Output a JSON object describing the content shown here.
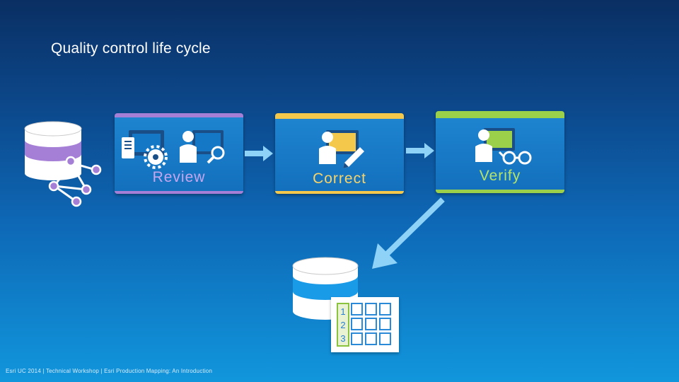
{
  "title": "Quality control life cycle",
  "steps": {
    "review": {
      "label": "Review",
      "accent": "#a57fd6",
      "label_color": "#c7a6ee"
    },
    "correct": {
      "label": "Correct",
      "accent": "#f4c94b",
      "label_color": "#f7d36a"
    },
    "verify": {
      "label": "Verify",
      "accent": "#9bd14a",
      "label_color": "#b6e36a"
    }
  },
  "grid_numbers": [
    "1",
    "2",
    "3"
  ],
  "colors": {
    "database_blue": "#1a9be8",
    "database_purple": "#a57fd6",
    "node_purple": "#a57fd6",
    "arrow": "#8ed3f7"
  },
  "icons": [
    "database-icon",
    "network-icon",
    "document-icon",
    "gear-icon",
    "user-icon",
    "monitor-icon",
    "magnifier-icon",
    "pencil-icon",
    "glasses-icon",
    "table-icon"
  ],
  "footer": "Esri UC 2014 | Technical Workshop | Esri Production Mapping: An Introduction"
}
